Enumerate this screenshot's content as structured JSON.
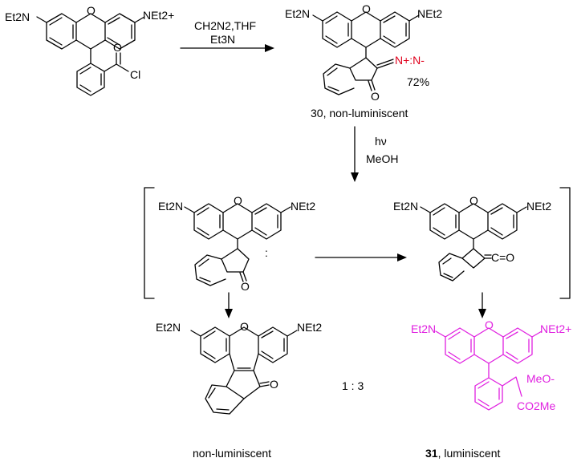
{
  "start_material": {
    "amine_left": "Et2N",
    "iminium": "NEt2+",
    "ring_O": "O",
    "acid_chloride_carbonyl_O": "O",
    "acid_chloride_Cl": "Cl"
  },
  "step1": {
    "reagents_line1": "CH2N2,THF",
    "reagents_line2": "Et3N"
  },
  "compound30": {
    "amine_left": "Et2N",
    "amine_right": "NEt2",
    "ring_O": "O",
    "diazo": "N+:N-",
    "ketone_O": "O",
    "yield": "72%",
    "caption": "30, non-luminiscent"
  },
  "step2": {
    "line1": "hν",
    "line2": "MeOH"
  },
  "carbene_intermediate": {
    "amine_left": "Et2N",
    "amine_right": "NEt2",
    "ring_O": "O",
    "ketone_O": "O",
    "carbene_dot": ":"
  },
  "ketene_intermediate": {
    "amine_left": "Et2N",
    "amine_right": "NEt2",
    "ring_O": "O",
    "ketene": "C=O"
  },
  "product_oxepine": {
    "amine_left": "Et2N",
    "amine_right": "NEt2",
    "ring_O": "O",
    "ketone_O": "O",
    "caption": "non-luminiscent"
  },
  "ratio": "1 : 3",
  "compound31": {
    "amine_left": "Et2N",
    "iminium": "NEt2+",
    "ring_O": "O",
    "counterion": "MeO-",
    "ester": "CO2Me",
    "caption_number": "31",
    "caption_text": ", luminiscent",
    "color": "#e020e0"
  }
}
